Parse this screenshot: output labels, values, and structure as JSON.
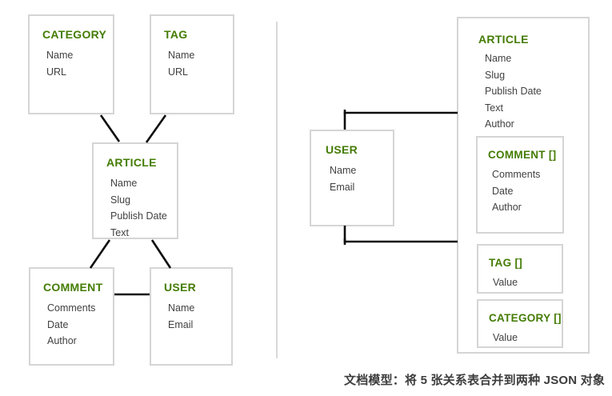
{
  "colors": {
    "header_green": "#447c04",
    "field_text": "#414141",
    "box_border": "#d5d5d5",
    "relationship_line": "#0d0d0d",
    "divider": "#d9d9d9"
  },
  "relational_panel": {
    "category": {
      "title": "CATEGORY",
      "fields": [
        "Name",
        "URL"
      ]
    },
    "tag": {
      "title": "TAG",
      "fields": [
        "Name",
        "URL"
      ]
    },
    "article": {
      "title": "ARTICLE",
      "fields": [
        "Name",
        "Slug",
        "Publish Date",
        "Text"
      ]
    },
    "comment": {
      "title": "COMMENT",
      "fields": [
        "Comments",
        "Date",
        "Author"
      ]
    },
    "user": {
      "title": "USER",
      "fields": [
        "Name",
        "Email"
      ]
    }
  },
  "document_panel": {
    "user": {
      "title": "USER",
      "fields": [
        "Name",
        "Email"
      ]
    },
    "article": {
      "title": "ARTICLE",
      "fields": [
        "Name",
        "Slug",
        "Publish Date",
        "Text",
        "Author"
      ]
    },
    "comment_array": {
      "title": "COMMENT []",
      "fields": [
        "Comments",
        "Date",
        "Author"
      ]
    },
    "tag_array": {
      "title": "TAG []",
      "fields": [
        "Value"
      ]
    },
    "category_array": {
      "title": "CATEGORY []",
      "fields": [
        "Value"
      ]
    }
  },
  "caption": "文档模型：将 5 张关系表合并到两种 JSON 对象"
}
